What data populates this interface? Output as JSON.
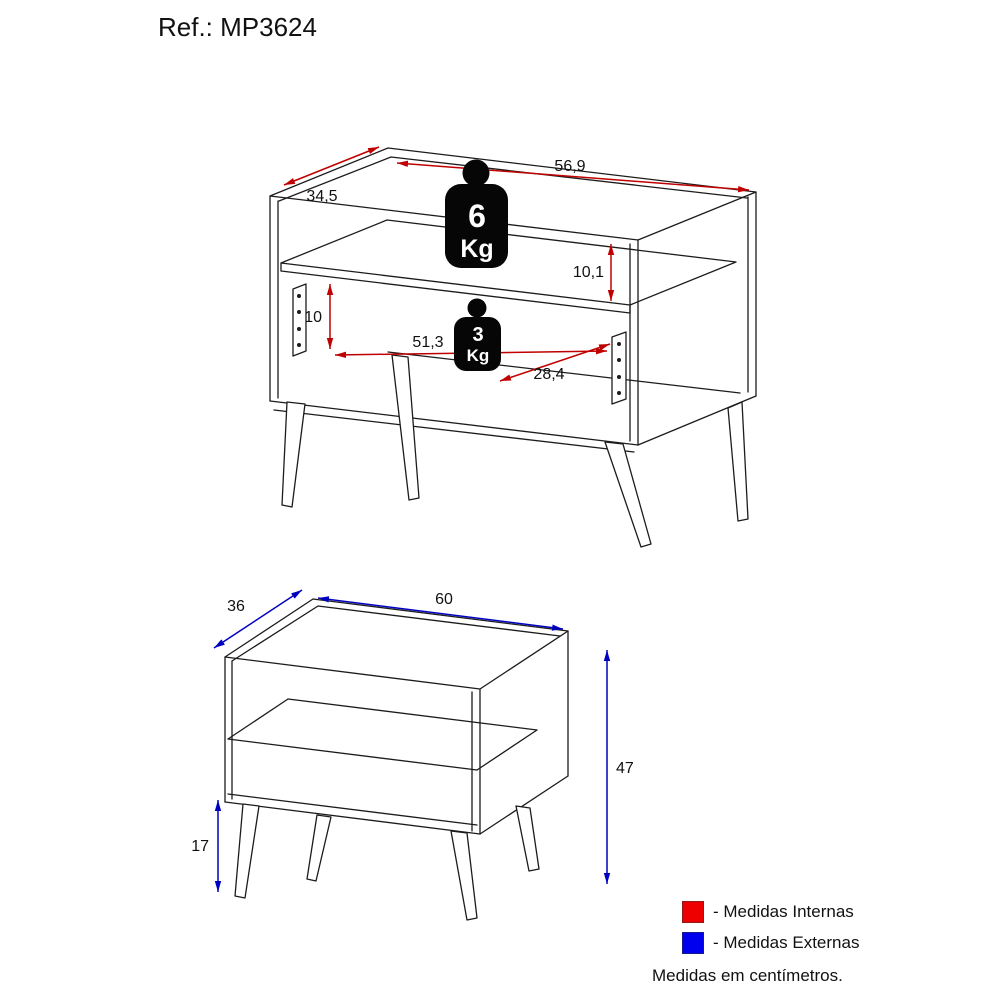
{
  "header": {
    "ref_label": "Ref.: MP3624"
  },
  "internal_view": {
    "arrow_color": "#c00000",
    "dimensions": {
      "top_width": "56,9",
      "top_depth": "34,5",
      "shelf_height": "10,1",
      "lower_height": "10",
      "lower_width": "51,3",
      "lower_depth": "28,4"
    },
    "weights": {
      "shelf": {
        "value": "6",
        "unit": "Kg"
      },
      "drawer": {
        "value": "3",
        "unit": "Kg"
      }
    }
  },
  "external_view": {
    "arrow_color": "#0000c0",
    "dimensions": {
      "depth": "36",
      "width": "60",
      "height": "47",
      "leg_height": "17"
    }
  },
  "legend": {
    "items": [
      {
        "label": "- Medidas Internas",
        "color": "#ee0000"
      },
      {
        "label": "- Medidas Externas",
        "color": "#0000ee"
      }
    ],
    "note": "Medidas em centímetros."
  }
}
